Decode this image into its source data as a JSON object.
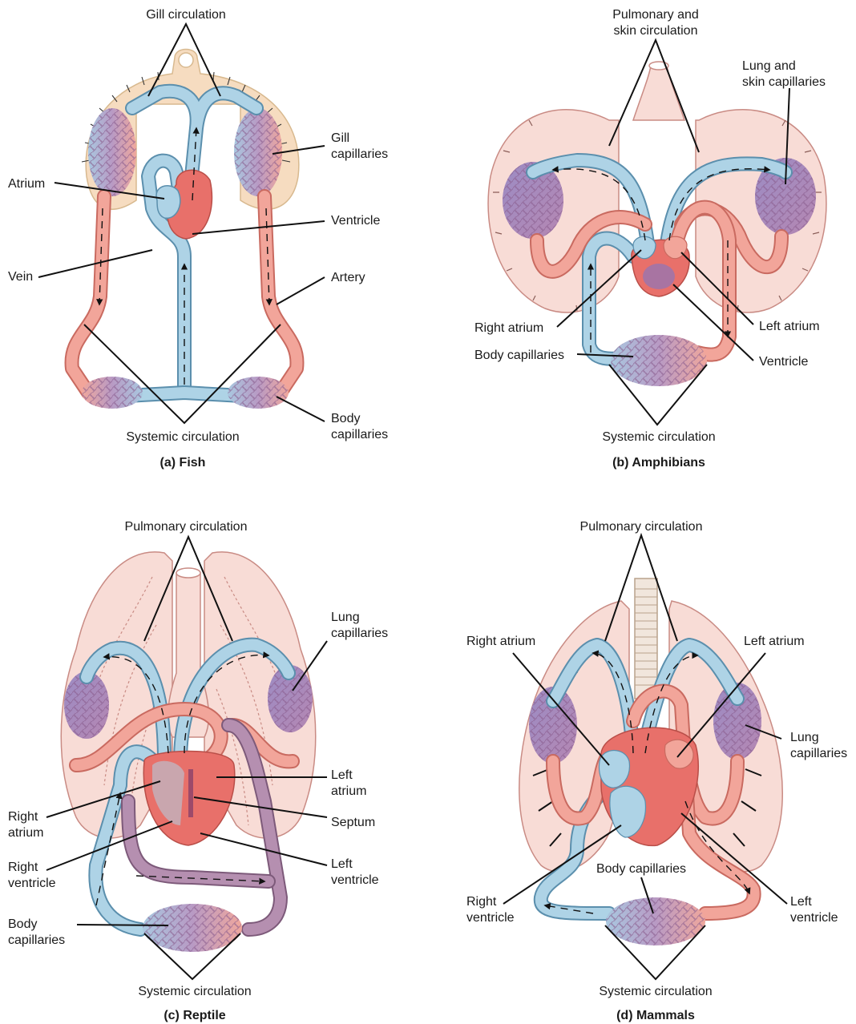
{
  "panels": {
    "fish": {
      "caption": "(a) Fish",
      "labels": {
        "gill_circulation": "Gill circulation",
        "gill_capillaries_1": "Gill",
        "gill_capillaries_2": "capillaries",
        "atrium": "Atrium",
        "ventricle": "Ventricle",
        "vein": "Vein",
        "artery": "Artery",
        "systemic_circulation": "Systemic circulation",
        "body_capillaries_1": "Body",
        "body_capillaries_2": "capillaries"
      }
    },
    "amphibians": {
      "caption": "(b) Amphibians",
      "labels": {
        "pulmonary_skin_1": "Pulmonary and",
        "pulmonary_skin_2": "skin circulation",
        "lung_skin_capillaries_1": "Lung and",
        "lung_skin_capillaries_2": "skin capillaries",
        "right_atrium": "Right atrium",
        "left_atrium": "Left atrium",
        "body_capillaries": "Body capillaries",
        "ventricle": "Ventricle",
        "systemic_circulation": "Systemic circulation"
      }
    },
    "reptile": {
      "caption": "(c) Reptile",
      "labels": {
        "pulmonary_circulation": "Pulmonary circulation",
        "lung_capillaries_1": "Lung",
        "lung_capillaries_2": "capillaries",
        "left_atrium_1": "Left",
        "left_atrium_2": "atrium",
        "right_atrium_1": "Right",
        "right_atrium_2": "atrium",
        "septum": "Septum",
        "right_ventricle_1": "Right",
        "right_ventricle_2": "ventricle",
        "left_ventricle_1": "Left",
        "left_ventricle_2": "ventricle",
        "body_capillaries_1": "Body",
        "body_capillaries_2": "capillaries",
        "systemic_circulation": "Systemic circulation"
      }
    },
    "mammals": {
      "caption": "(d) Mammals",
      "labels": {
        "pulmonary_circulation": "Pulmonary circulation",
        "right_atrium": "Right atrium",
        "left_atrium": "Left atrium",
        "lung_capillaries_1": "Lung",
        "lung_capillaries_2": "capillaries",
        "body_capillaries": "Body capillaries",
        "right_ventricle_1": "Right",
        "right_ventricle_2": "ventricle",
        "left_ventricle_1": "Left",
        "left_ventricle_2": "ventricle",
        "systemic_circulation": "Systemic circulation"
      }
    }
  },
  "colors": {
    "deoxygenated_vessel": "#aed3e6",
    "oxygenated_vessel": "#f2a59a",
    "mixed_vessel": "#b58fb0",
    "heart": "#e8706a",
    "tissue": "#f8dcd6",
    "gill_tissue": "#f6dcc0"
  }
}
